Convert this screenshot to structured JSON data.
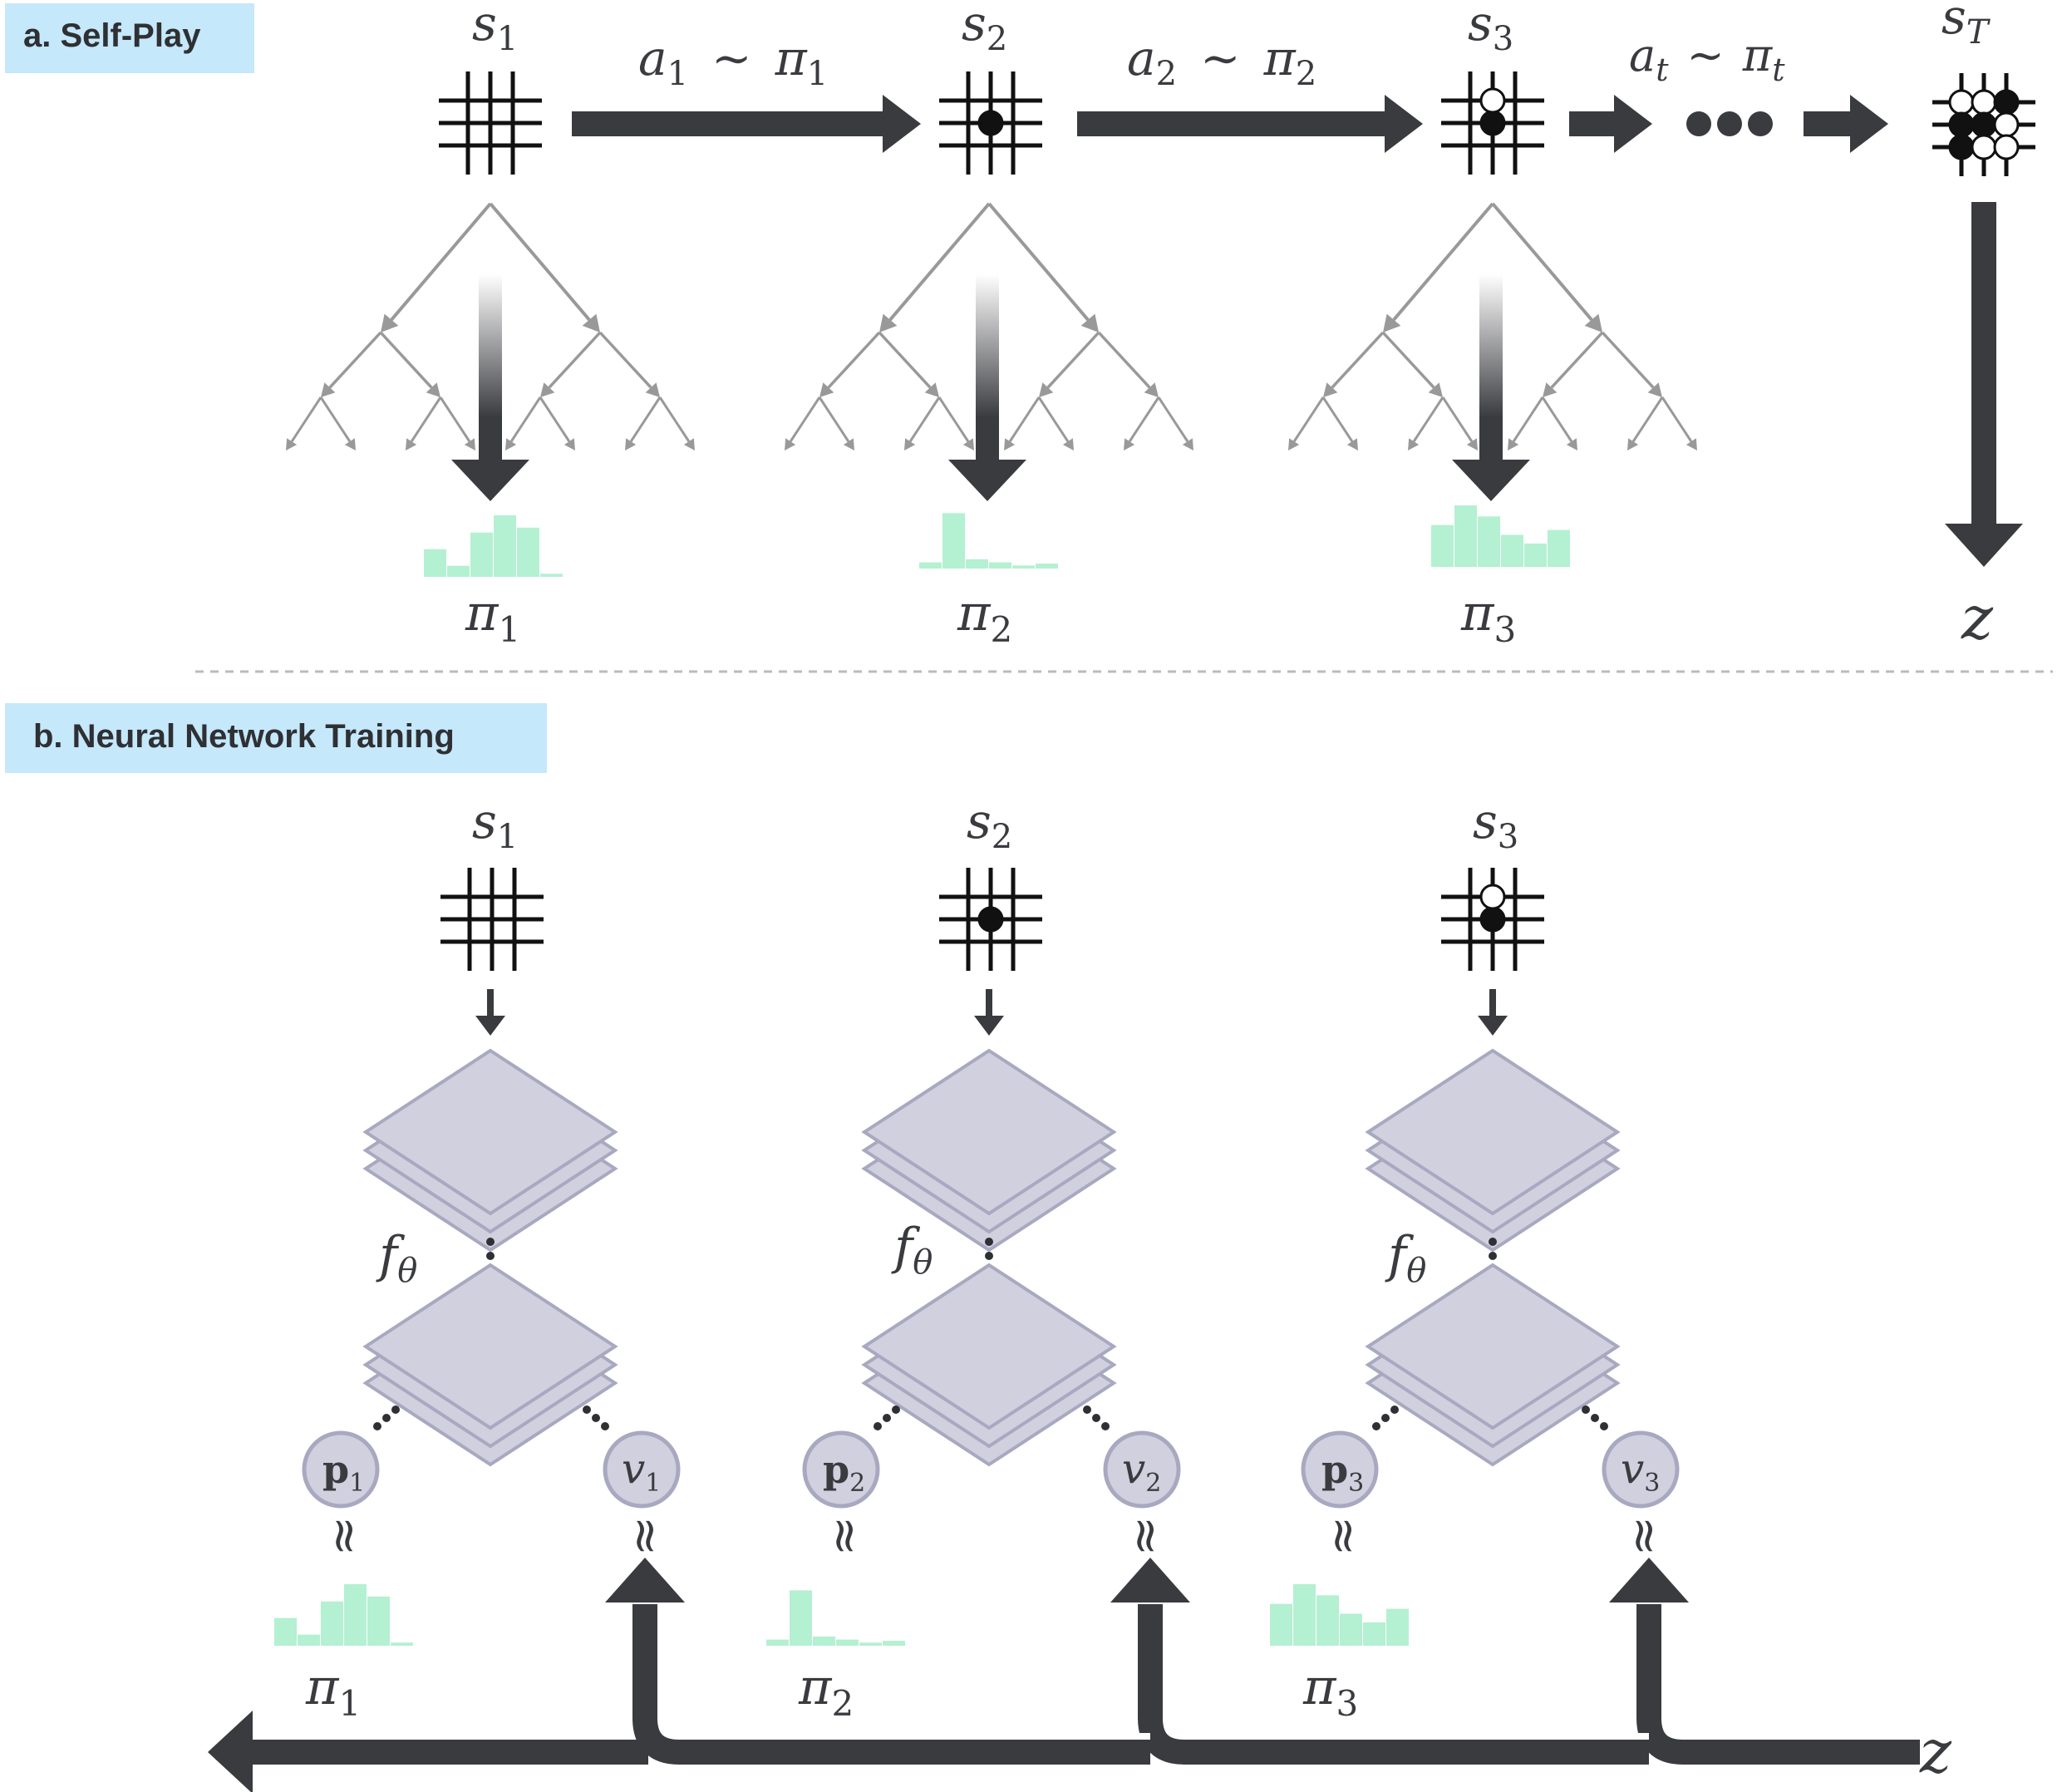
{
  "section_a": {
    "label": "a. Self-Play",
    "bg_color": "#c5e8fa"
  },
  "section_b": {
    "label": "b. Neural Network Training",
    "bg_color": "#c5e8fa"
  },
  "colors": {
    "arrow": "#3a3b3f",
    "tree": "#999999",
    "bars": "#b4f0d2",
    "layer_fill": "#d0d0de",
    "layer_stroke": "#a8a8c0"
  },
  "states": [
    {
      "name": "s",
      "sub": "1"
    },
    {
      "name": "s",
      "sub": "2"
    },
    {
      "name": "s",
      "sub": "3"
    },
    {
      "name": "s",
      "sub": "T"
    }
  ],
  "actions": [
    {
      "a": "a",
      "a_sub": "1",
      "rel": "∼",
      "pi": "π",
      "pi_sub": "1"
    },
    {
      "a": "a",
      "a_sub": "2",
      "rel": "∼",
      "pi": "π",
      "pi_sub": "2"
    },
    {
      "a": "a",
      "a_sub": "t",
      "rel": "∼",
      "pi": "π",
      "pi_sub": "t"
    }
  ],
  "policies": [
    {
      "name": "π",
      "sub": "1",
      "bars": [
        0.45,
        0.18,
        0.72,
        1.0,
        0.8,
        0.05
      ]
    },
    {
      "name": "π",
      "sub": "2",
      "bars": [
        0.1,
        0.9,
        0.15,
        0.1,
        0.05,
        0.08
      ]
    },
    {
      "name": "π",
      "sub": "3",
      "bars": [
        0.68,
        1.0,
        0.82,
        0.52,
        0.38,
        0.6
      ]
    }
  ],
  "outcome": "z",
  "network": {
    "label": "f",
    "sub": "θ"
  },
  "heads": [
    {
      "p": "p",
      "p_sub": "1",
      "v": "v",
      "v_sub": "1"
    },
    {
      "p": "p",
      "p_sub": "2",
      "v": "v",
      "v_sub": "2"
    },
    {
      "p": "p",
      "p_sub": "3",
      "v": "v",
      "v_sub": "3"
    }
  ],
  "approx_symbol": "≈"
}
